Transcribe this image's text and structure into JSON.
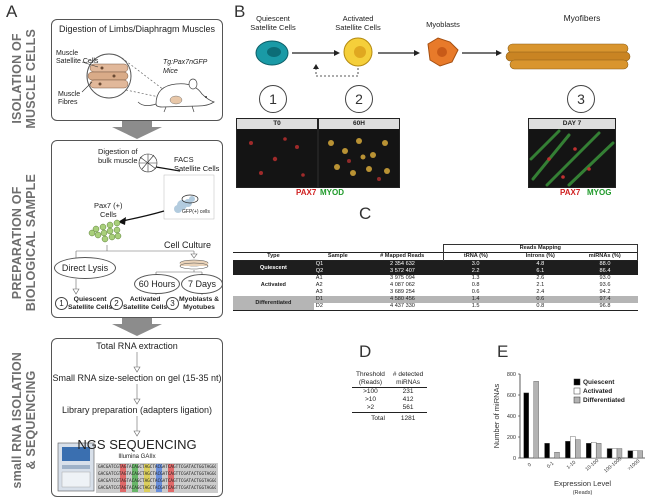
{
  "panels": {
    "a": "A",
    "b": "B",
    "c": "C",
    "d": "D",
    "e": "E"
  },
  "sidebar": {
    "isolation": "ISOLATION OF\nMUSCLE CELLS",
    "preparation": "PREPARATION OF\nBIOLOGICAL SAMPLE",
    "sequencing": "small RNA ISOLATION\n& SEQUENCING"
  },
  "sectionA1": {
    "title": "Digestion of Limbs/Diaphragm Muscles",
    "satellite_label": "Muscle\nSatellite Cells",
    "fibres_label": "Muscle\nFibres",
    "mouse_label": "Tg:Pax7nGFP Mice"
  },
  "sectionA2": {
    "digestion_label": "Digestion of\nbulk muscle",
    "facs_label": "FACS\nSatellite Cells",
    "gfp_label": "GFP(+) cells",
    "pax7_label": "Pax7 (+)\nCells",
    "culture_label": "Cell Culture",
    "direct_lysis": "Direct Lysis",
    "hours60": "60 Hours",
    "days7": "7 Days",
    "n1": "1",
    "n2": "2",
    "n3": "3",
    "quiescent": "Quiescent\nSatellite Cells",
    "activated": "Activated\nSatellite Cells",
    "myoblasts": "Myoblasts &\nMyotubes"
  },
  "sectionA3": {
    "step1": "Total RNA extraction",
    "step2": "Small RNA size-selection on gel (15-35 nt)",
    "step3": "Library preparation (adapters ligation)",
    "ngs": "NGS SEQUENCING",
    "illumina": "Illumina GAIIx",
    "seq1": "GACGATCGTAGTACAGCTAGCTACGATCAGTTCGATACTGGTAGGCAC",
    "seq2": "GACGATCGTAGTACAGCTAGCTACGATCAGTTCGATACTGGTAGGCAC",
    "seq3": "GACGATCGTAGTACAGCTAGCTACGATCAGTTCGATACTGGTAGGCAC",
    "seq4": "GACGATCGTAGTACAGCTAGCTACGATCAGTTCGATACTGGTAGGCAC"
  },
  "sectionB": {
    "quiescent": "Quiescent\nSatellite Cells",
    "activated": "Activated\nSatellite Cells",
    "myoblasts": "Myoblasts",
    "myofibers": "Myofibers",
    "n1": "1",
    "n2": "2",
    "n3": "3",
    "t0": "T0",
    "h60": "60H",
    "day7": "DAY 7",
    "pax7": "PAX7",
    "myod": "MYOD",
    "pax7b": "PAX7",
    "myog": "MYOG"
  },
  "tableC": {
    "group_header": "Reads Mapping",
    "headers": [
      "Type",
      "Sample",
      "# Mapped Reads",
      "tRNA (%)",
      "Introns (%)",
      "miRNAs (%)"
    ],
    "groups": [
      {
        "type": "Quiescent",
        "rows": [
          [
            "Q1",
            "2 354 632",
            "3.0",
            "4.8",
            "88.0"
          ],
          [
            "Q2",
            "3 572 407",
            "2.2",
            "6.1",
            "86.4"
          ]
        ]
      },
      {
        "type": "Activated",
        "rows": [
          [
            "A1",
            "3 975 094",
            "1.3",
            "2.6",
            "93.0"
          ],
          [
            "A2",
            "4 087 062",
            "0.8",
            "2.1",
            "93.6"
          ],
          [
            "A3",
            "3 689 254",
            "0.6",
            "2.4",
            "94.2"
          ]
        ]
      },
      {
        "type": "Differentiated",
        "rows": [
          [
            "D1",
            "4 580 456",
            "1.4",
            "0.6",
            "97.4"
          ],
          [
            "D2",
            "4 437 330",
            "1.5",
            "0.8",
            "96.8"
          ]
        ]
      }
    ]
  },
  "tableD": {
    "headers": [
      "Threshold\n(Reads)",
      "# detected\nmiRNAs"
    ],
    "rows": [
      [
        ">100",
        "231"
      ],
      [
        ">10",
        "412"
      ],
      [
        ">2",
        "561"
      ]
    ],
    "total_label": "Total",
    "total_value": "1281"
  },
  "chart_data": {
    "type": "bar",
    "categories": [
      "0",
      "0-1",
      "1-10",
      "10-100",
      "100-1000",
      ">1000"
    ],
    "series": [
      {
        "name": "Quiescent",
        "values": [
          620,
          140,
          160,
          140,
          90,
          70
        ],
        "color": "#000000"
      },
      {
        "name": "Activated",
        "values": [
          0,
          0,
          205,
          150,
          90,
          70
        ],
        "color": "#ffffff"
      },
      {
        "name": "Differentiated",
        "values": [
          730,
          55,
          175,
          140,
          90,
          70
        ],
        "color": "#b3b3b3"
      }
    ],
    "ylim": [
      0,
      800
    ],
    "yticks": [
      "0",
      "200",
      "400",
      "600",
      "800"
    ],
    "xlabel": "Expression Level",
    "xlabel2": "(Reads)",
    "ylabel": "Number of miRNAs",
    "legend_placement": "top-right"
  }
}
